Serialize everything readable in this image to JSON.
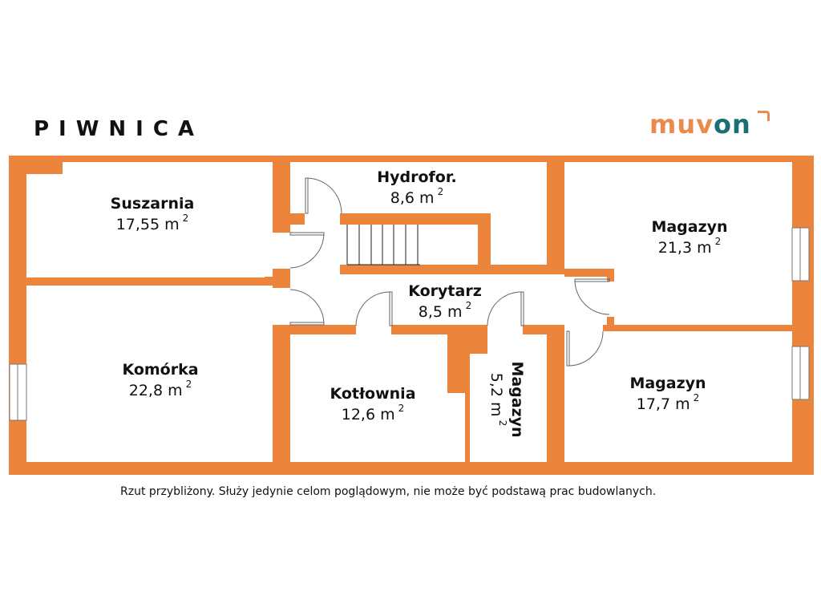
{
  "title": "PIWNICA",
  "logo": {
    "part1": "muv",
    "part2": "on",
    "brand_color": "#ec8a4e",
    "accent_color": "#1a6e74"
  },
  "wall_color": "#ec843c",
  "unit": "m",
  "unit_exp": "2",
  "rooms": [
    {
      "id": "suszarnia",
      "name": "Suszarnia",
      "area": "17,55"
    },
    {
      "id": "hydrofor",
      "name": "Hydrofor.",
      "area": "8,6"
    },
    {
      "id": "magazyn-a",
      "name": "Magazyn",
      "area": "21,3"
    },
    {
      "id": "korytarz",
      "name": "Korytarz",
      "area": "8,5"
    },
    {
      "id": "komorka",
      "name": "Komórka",
      "area": "22,8"
    },
    {
      "id": "kotlownia",
      "name": "Kotłownia",
      "area": "12,6"
    },
    {
      "id": "magazyn-b",
      "name": "Magazyn",
      "area": "5,2"
    },
    {
      "id": "magazyn-c",
      "name": "Magazyn",
      "area": "17,7"
    }
  ],
  "disclaimer": "Rzut przybliżony. Służy jedynie celom poglądowym, nie może być podstawą prac budowlanych."
}
